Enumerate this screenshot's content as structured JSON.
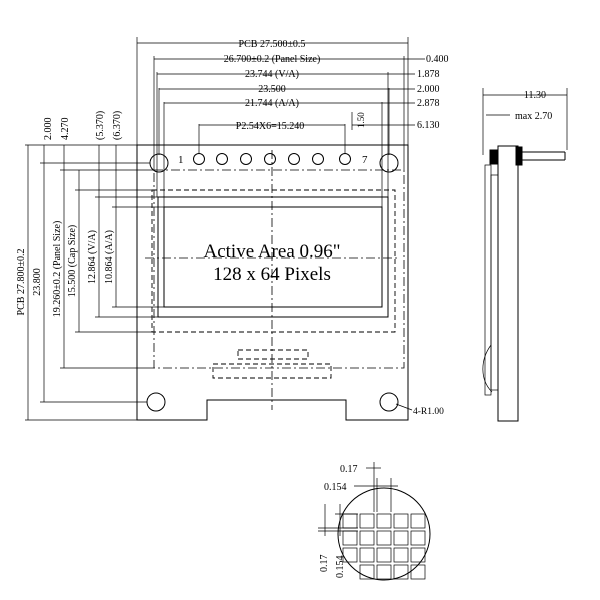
{
  "front_view": {
    "dims_top": {
      "pcb": "PCB 27.500±0.5",
      "panel": "26.700±0.2 (Panel Size)",
      "va": "23.744 (V/A)",
      "w23500": "23.500",
      "aa": "21.744 (A/A)",
      "pitch": "P2.54X6=15.240"
    },
    "dims_right": {
      "r0400": "0.400",
      "r1878": "1.878",
      "r2000": "2.000",
      "r2878": "2.878",
      "r6130": "6.130",
      "r150": "1.50"
    },
    "dims_left": {
      "l2000": "2.000",
      "l4270": "4.270",
      "l5370": "(5.370)",
      "l6370": "(6.370)",
      "pcb_h": "PCB 27.800±0.2",
      "h23800": "23.800",
      "panel_h": "19.260±0.2 (Panel Size)",
      "cap_h": "15.500 (Cap Size)",
      "va_h": "12.864 (V/A)",
      "aa_h": "10.864 (A/A)"
    },
    "pin_first": "1",
    "pin_last": "7",
    "active_area": "Active Area 0.96\"",
    "resolution": "128 x 64 Pixels",
    "corner_radius": "4-R1.00"
  },
  "side_view": {
    "thickness": "11.30",
    "max": "max 2.70"
  },
  "pixel_detail": {
    "top_017": "0.17",
    "top_0154": "0.154",
    "left_017": "0.17",
    "left_0154": "0.154"
  }
}
